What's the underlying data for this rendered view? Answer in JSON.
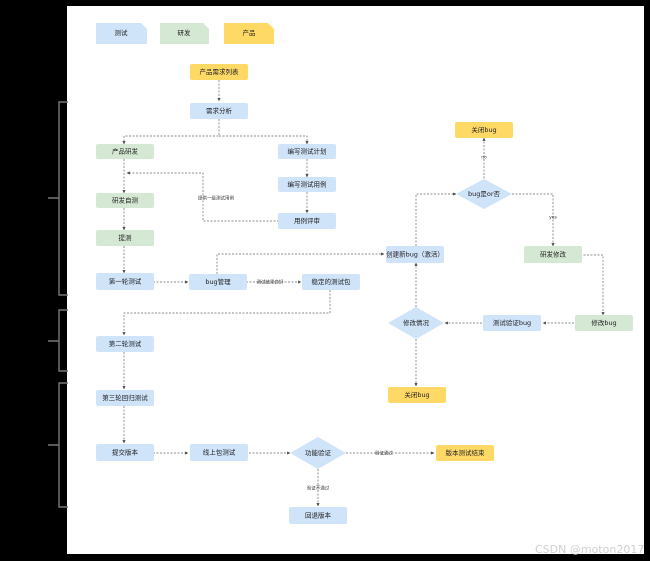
{
  "colors": {
    "blue": "#cfe3f9",
    "green": "#d5e8d4",
    "yellow": "#ffd966",
    "line": "#666666",
    "bracket": "#777777"
  },
  "legend": {
    "test": "测试",
    "dev": "研发",
    "product": "产品"
  },
  "nodes": {
    "req_list": "产品需求列表",
    "req_analysis": "需求分析",
    "dev": "产品研发",
    "test_plan": "编写测试计划",
    "dev_selftest": "研发自测",
    "test_cases": "编写测试用例",
    "case_review": "用例评审",
    "submit_test": "提测",
    "round1": "第一轮测试",
    "bug_mgmt": "bug管理",
    "stable_pkg": "稳定的测试包",
    "create_bug": "创建新bug（激活）",
    "bug_decision": "bug是or否",
    "close_bug_top": "关闭bug",
    "dev_fix": "研发修改",
    "fix_bug": "修改bug",
    "verify_bug": "测试验证bug",
    "fix_status": "修改情况",
    "close_bug_bottom": "关闭bug",
    "round2": "第二轮测试",
    "round3": "第三轮回归测试",
    "submit_version": "提交版本",
    "online_test": "线上包测试",
    "func_verify": "功能验证",
    "version_done": "版本测试结束",
    "rollback": "回退版本"
  },
  "edge_labels": {
    "provide_cases": "提供一级测试用例",
    "test_summary": "测试结果良好",
    "no": "no",
    "yes": "yes",
    "verify_pass": "验证通过",
    "verify_fail": "验证不通过"
  },
  "watermark": "CSDN @moton2017"
}
